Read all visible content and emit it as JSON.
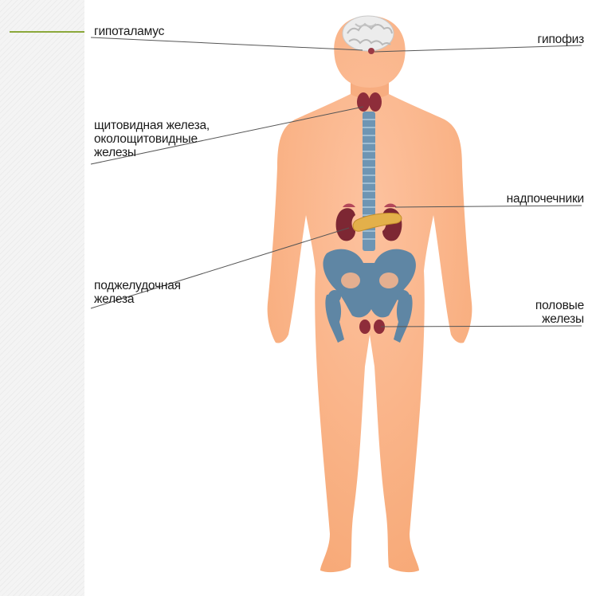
{
  "diagram": {
    "labels": {
      "hypothalamus": "гипоталамус",
      "pituitary": "гипофиз",
      "thyroid": "щитовидная железа,\nоколощитовидные\nжелезы",
      "adrenal": "надпочечники",
      "pancreas": "поджелудочная\nжелеза",
      "gonads": "половые\nжелезы"
    },
    "colors": {
      "accent": "#8ba83a",
      "skin": "#fcb68d",
      "skin_dark": "#f4a06f",
      "bone": "#5f86a4",
      "gland": "#8e2d3a",
      "pancreas": "#e3b04a",
      "brain": "#ececec"
    }
  }
}
